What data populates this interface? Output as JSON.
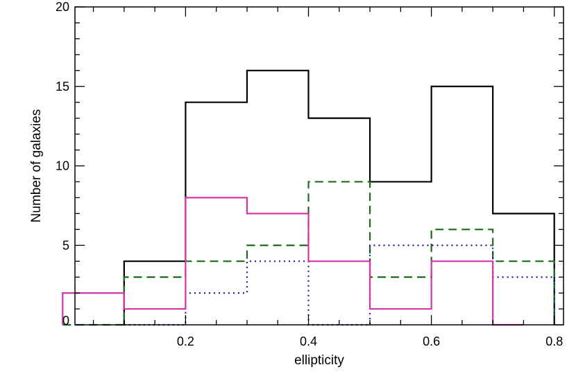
{
  "chart_data": {
    "type": "histogram",
    "title": "",
    "xlabel": "ellipticity",
    "ylabel": "Number of galaxies",
    "xlim": [
      0.02,
      0.815
    ],
    "ylim": [
      0,
      20
    ],
    "grid": false,
    "xticks": [
      {
        "value": 0.2,
        "label": "0.2"
      },
      {
        "value": 0.4,
        "label": "0.4"
      },
      {
        "value": 0.6,
        "label": "0.6"
      },
      {
        "value": 0.8,
        "label": "0.8"
      }
    ],
    "yticks": [
      {
        "value": 0,
        "label": "0"
      },
      {
        "value": 5,
        "label": "5"
      },
      {
        "value": 10,
        "label": "10"
      },
      {
        "value": 15,
        "label": "15"
      },
      {
        "value": 20,
        "label": "20"
      }
    ],
    "series": [
      {
        "color": "#000000",
        "style": "solid",
        "edges": [
          0.1,
          0.2,
          0.3,
          0.4,
          0.5,
          0.6,
          0.7,
          0.8
        ],
        "counts": [
          4,
          14,
          16,
          13,
          9,
          15,
          7
        ]
      },
      {
        "color": "#1a6b1a",
        "style": "dashed",
        "edges": [
          0.0,
          0.1,
          0.2,
          0.3,
          0.4,
          0.5,
          0.6,
          0.7,
          0.8
        ],
        "counts": [
          0,
          3,
          4,
          5,
          9,
          3,
          6,
          4
        ]
      },
      {
        "color": "#1c1c9c",
        "style": "dotted",
        "edges": [
          0.1,
          0.2,
          0.3,
          0.4,
          0.5,
          0.6,
          0.7,
          0.8
        ],
        "counts": [
          0,
          2,
          4,
          0,
          5,
          5,
          3
        ]
      },
      {
        "color": "#d633a8",
        "style": "solid",
        "edges": [
          0.0,
          0.1,
          0.2,
          0.3,
          0.4,
          0.5,
          0.6,
          0.7,
          0.75
        ],
        "counts": [
          2,
          1,
          8,
          7,
          4,
          1,
          4,
          0
        ]
      }
    ]
  }
}
